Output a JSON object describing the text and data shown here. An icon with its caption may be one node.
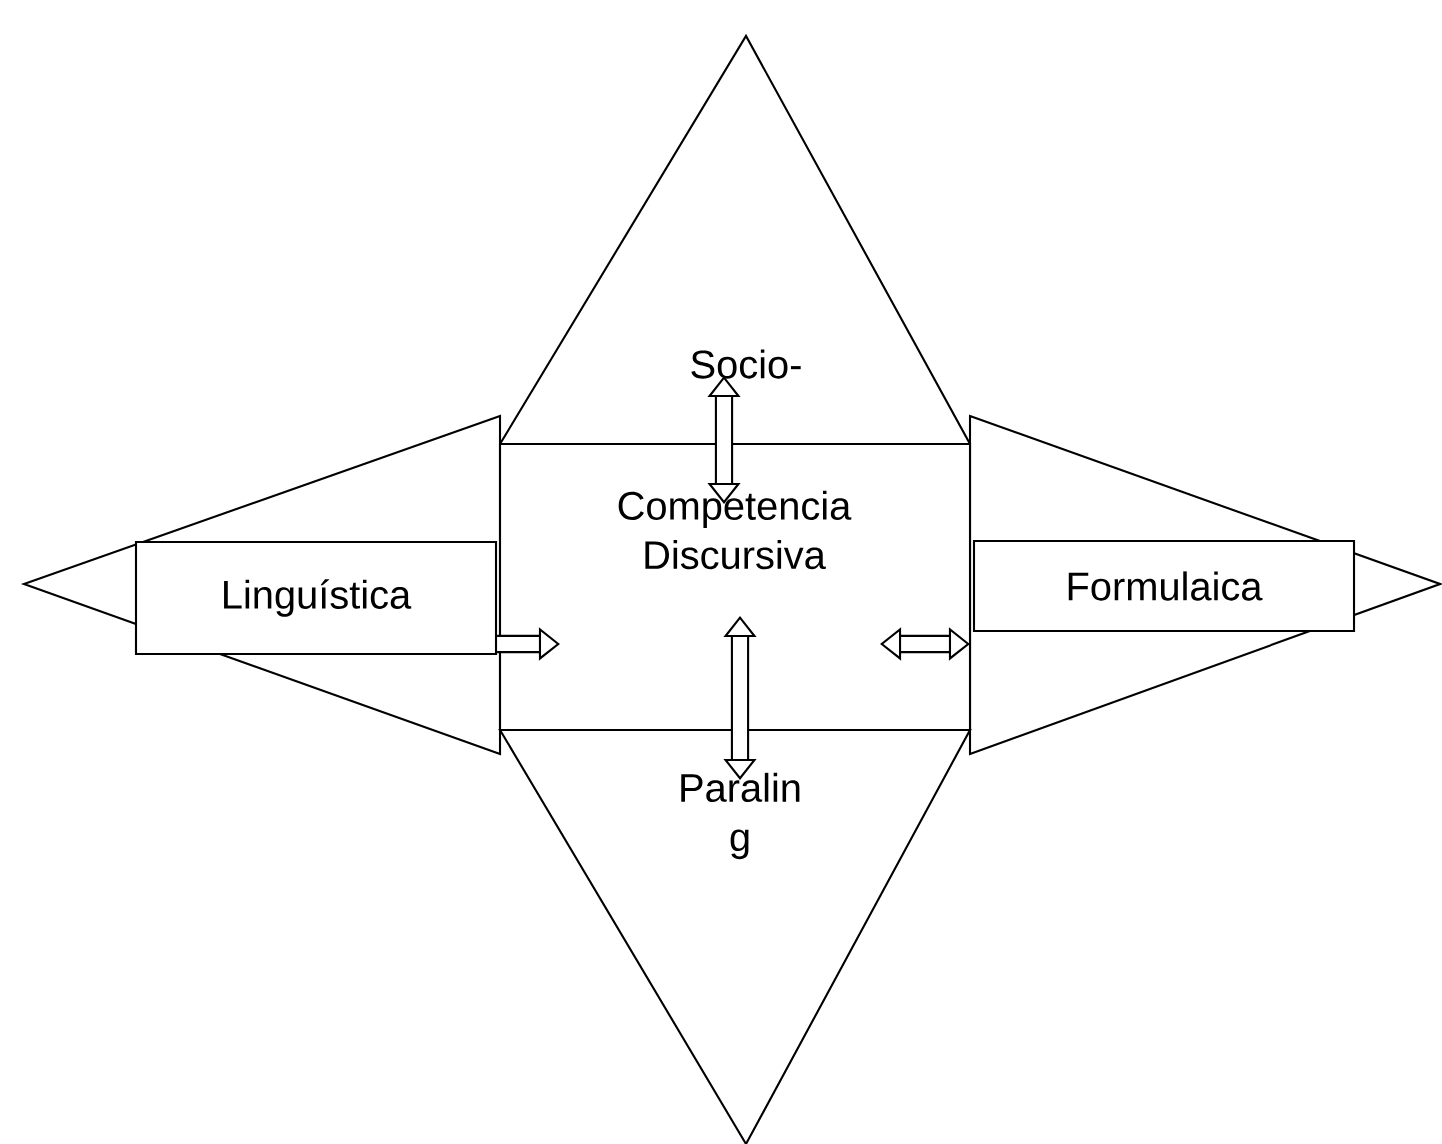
{
  "diagram": {
    "nodes": [
      {
        "text": [
          "Competencia Discursiva"
        ]
      },
      {
        "text": [
          "Socio-"
        ]
      },
      {
        "text": [],
        "shape": "triangle"
      },
      {
        "text": [
          "Linguística"
        ],
        "in": 2
      },
      {
        "text": [],
        "shape": "triangle"
      },
      {
        "text": [
          "Formulaica"
        ],
        "in": 4
      },
      {
        "text": [
          "Paralin g"
        ]
      }
    ],
    "edges": [
      {
        "from": 1,
        "to": 0,
        "arrow": "both"
      },
      {
        "from": 3,
        "to": 0,
        "arrow": "to"
      },
      {
        "from": 0,
        "to": 4,
        "arrow": "both"
      },
      {
        "from": 0,
        "to": 6,
        "arrow": "both"
      }
    ]
  }
}
